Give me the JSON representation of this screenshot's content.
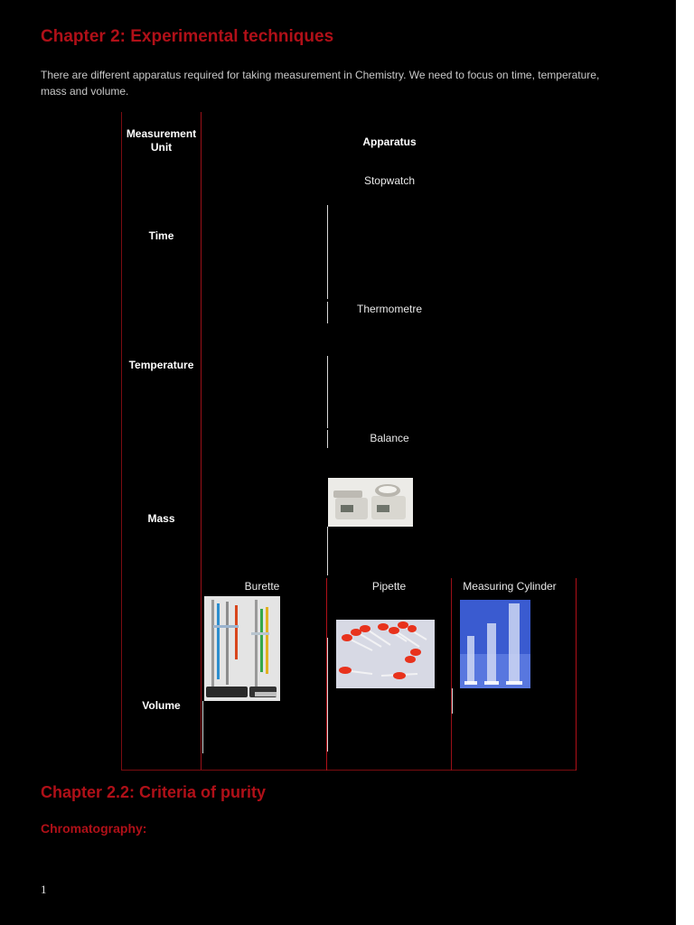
{
  "document": {
    "chapter_title": "Chapter 2: Experimental techniques",
    "intro": "There are different apparatus required for taking measurement in Chemistry. We need to focus on time, temperature, mass and volume.",
    "table": {
      "header_unit": "Measurement Unit",
      "header_apparatus": "Apparatus",
      "rows": [
        {
          "unit": "Time",
          "apparatus": [
            "Stopwatch"
          ]
        },
        {
          "unit": "Temperature",
          "apparatus": [
            "Thermometre"
          ]
        },
        {
          "unit": "Mass",
          "apparatus": [
            "Balance"
          ]
        },
        {
          "unit": "Volume",
          "apparatus": [
            "Burette",
            "Pipette",
            "Measuring Cylinder"
          ]
        }
      ]
    },
    "section_title": "Chapter 2.2: Criteria of purity",
    "subsection_title": "Chromatography:",
    "page_number": "1"
  },
  "colors": {
    "page_background": "#000000",
    "heading_red": "#b01018",
    "table_lines": "#7a0c10",
    "body_text": "#c8c8c8"
  }
}
